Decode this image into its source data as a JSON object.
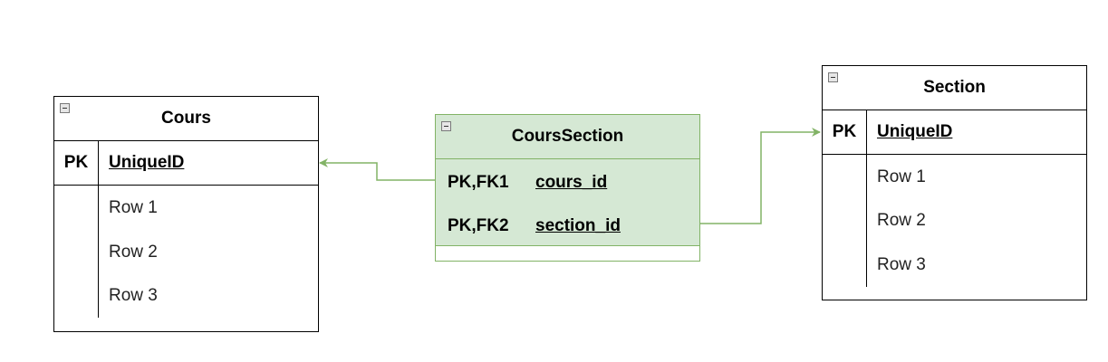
{
  "colors": {
    "edge": "#82b366",
    "relation_fill": "#d5e8d4",
    "border": "#000000"
  },
  "cours": {
    "title": "Cours",
    "pk_label": "PK",
    "pk_field": "UniqueID",
    "rows": [
      "Row 1",
      "Row 2",
      "Row 3"
    ]
  },
  "cours_section": {
    "title": "CoursSection",
    "fields": [
      {
        "key": "PK,FK1",
        "name": "cours_id"
      },
      {
        "key": "PK,FK2",
        "name": "section_id"
      }
    ]
  },
  "section": {
    "title": "Section",
    "pk_label": "PK",
    "pk_field": "UniqueID",
    "rows": [
      "Row 1",
      "Row 2",
      "Row 3"
    ]
  },
  "icons": {
    "collapse": "collapse-icon",
    "arrow": "arrow-head-icon"
  }
}
